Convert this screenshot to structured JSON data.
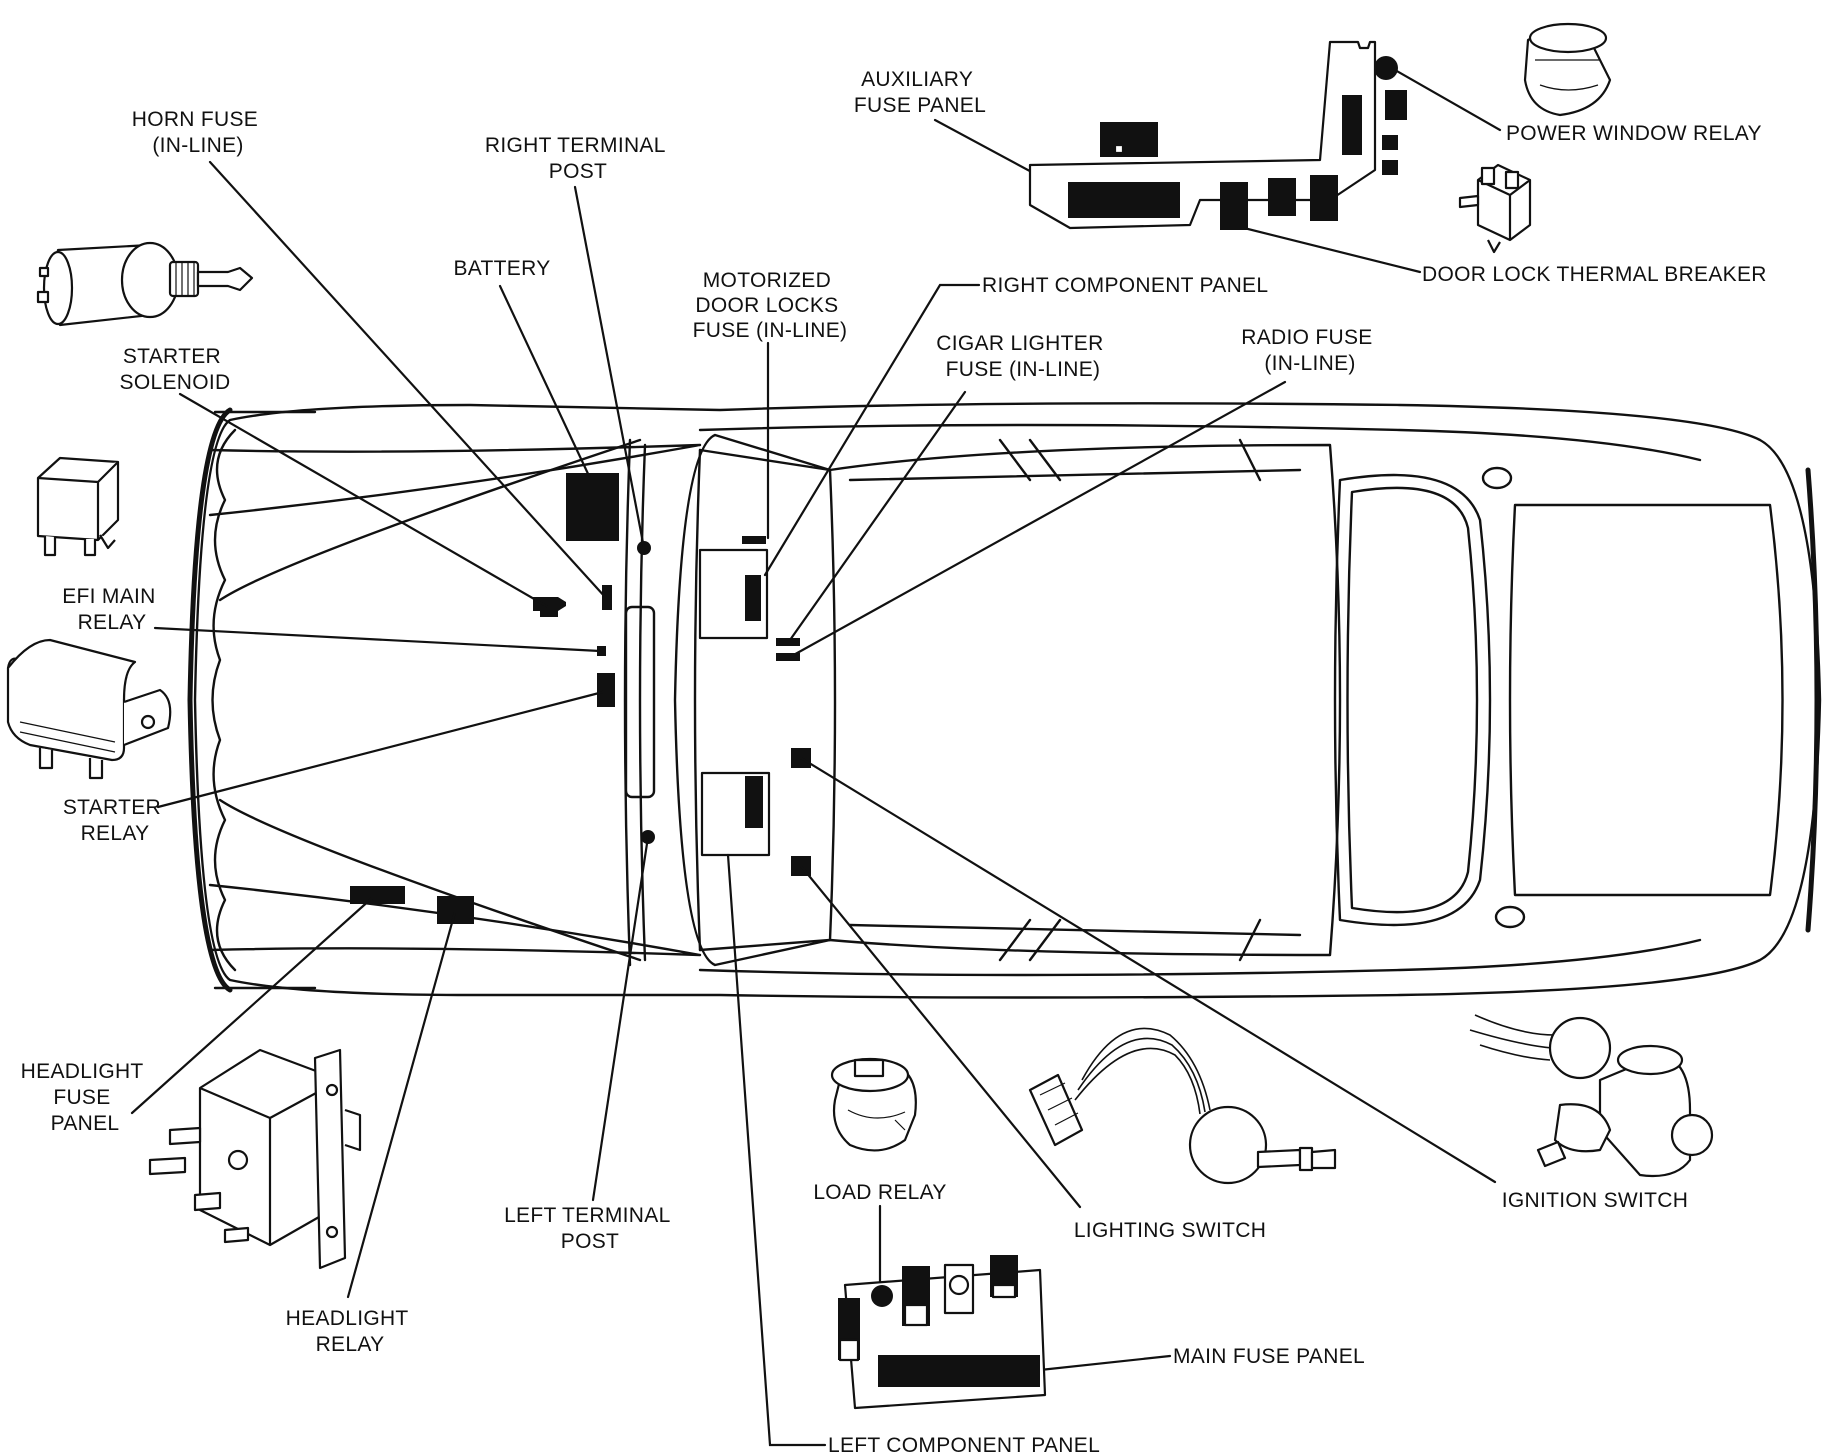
{
  "labels": {
    "horn_fuse": [
      "HORN FUSE",
      "(IN-LINE)"
    ],
    "right_terminal_post": [
      "RIGHT TERMINAL",
      "POST"
    ],
    "battery": [
      "BATTERY"
    ],
    "starter_solenoid": [
      "STARTER",
      "SOLENOID"
    ],
    "efi_main_relay": [
      "EFI MAIN",
      "RELAY"
    ],
    "starter_relay": [
      "STARTER",
      "RELAY"
    ],
    "headlight_fuse_panel": [
      "HEADLIGHT",
      "FUSE",
      "PANEL"
    ],
    "headlight_relay": [
      "HEADLIGHT",
      "RELAY"
    ],
    "left_terminal_post": [
      "LEFT TERMINAL",
      "POST"
    ],
    "auxiliary_fuse_panel": [
      "AUXILIARY",
      "FUSE PANEL"
    ],
    "power_window_relay": [
      "POWER WINDOW RELAY"
    ],
    "door_lock_thermal_breaker": [
      "DOOR LOCK THERMAL BREAKER"
    ],
    "right_component_panel": [
      "RIGHT COMPONENT PANEL"
    ],
    "motorized_door_locks_fuse": [
      "MOTORIZED",
      "DOOR LOCKS",
      "FUSE (IN-LINE)"
    ],
    "cigar_lighter_fuse": [
      "CIGAR LIGHTER",
      "FUSE (IN-LINE)"
    ],
    "radio_fuse": [
      "RADIO FUSE",
      "(IN-LINE)"
    ],
    "load_relay": [
      "LOAD RELAY"
    ],
    "lighting_switch": [
      "LIGHTING SWITCH"
    ],
    "ignition_switch": [
      "IGNITION SWITCH"
    ],
    "main_fuse_panel": [
      "MAIN FUSE PANEL"
    ],
    "left_component_panel": [
      "LEFT COMPONENT PANEL"
    ]
  },
  "icons": [
    "starter-solenoid-icon",
    "relay-cube-icon",
    "relay-box-icon",
    "headlight-relay-icon",
    "power-window-relay-icon",
    "door-lock-breaker-icon",
    "load-relay-icon",
    "lighting-switch-icon",
    "ignition-switch-icon"
  ]
}
